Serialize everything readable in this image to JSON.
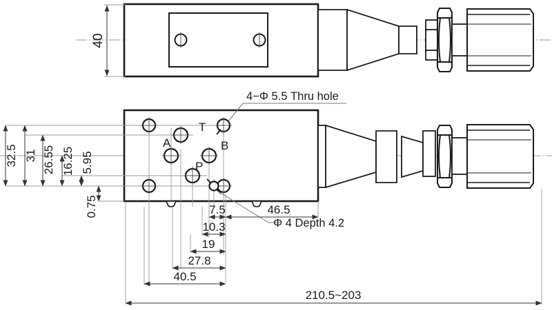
{
  "drawing": {
    "title": "Hydraulic valve dimensional drawing",
    "units": "mm",
    "line_color": "#1a1a1a",
    "dim_color": "#555555",
    "center_color": "#888888",
    "background": "#ffffff"
  },
  "views": {
    "top": {
      "name": "top-view",
      "height_dim": "40"
    },
    "bottom": {
      "name": "bottom-view"
    }
  },
  "annotations": {
    "thru_hole": "4−Φ 5.5  Thru hole",
    "depth_hole": "Φ 4 Depth 4.2"
  },
  "port_labels": [
    {
      "id": "T",
      "label": "T"
    },
    {
      "id": "A",
      "label": "A"
    },
    {
      "id": "B",
      "label": "B"
    },
    {
      "id": "P",
      "label": "P"
    }
  ],
  "vertical_dimensions": [
    {
      "id": "v-32-5",
      "label": "32.5"
    },
    {
      "id": "v-31",
      "label": "31"
    },
    {
      "id": "v-26-55",
      "label": "26.55"
    },
    {
      "id": "v-16-25",
      "label": "16.25"
    },
    {
      "id": "v-5-95",
      "label": "5.95"
    },
    {
      "id": "v-0-75",
      "label": "0.75"
    }
  ],
  "horizontal_dimensions": [
    {
      "id": "h-7-5",
      "label": "7.5"
    },
    {
      "id": "h-46-5",
      "label": "46.5"
    },
    {
      "id": "h-10-3",
      "label": "10.3"
    },
    {
      "id": "h-19",
      "label": "19"
    },
    {
      "id": "h-27-8",
      "label": "27.8"
    },
    {
      "id": "h-40-5",
      "label": "40.5"
    },
    {
      "id": "h-overall",
      "label": "210.5~203"
    }
  ],
  "top_view_dimension": {
    "id": "v-40",
    "label": "40"
  }
}
